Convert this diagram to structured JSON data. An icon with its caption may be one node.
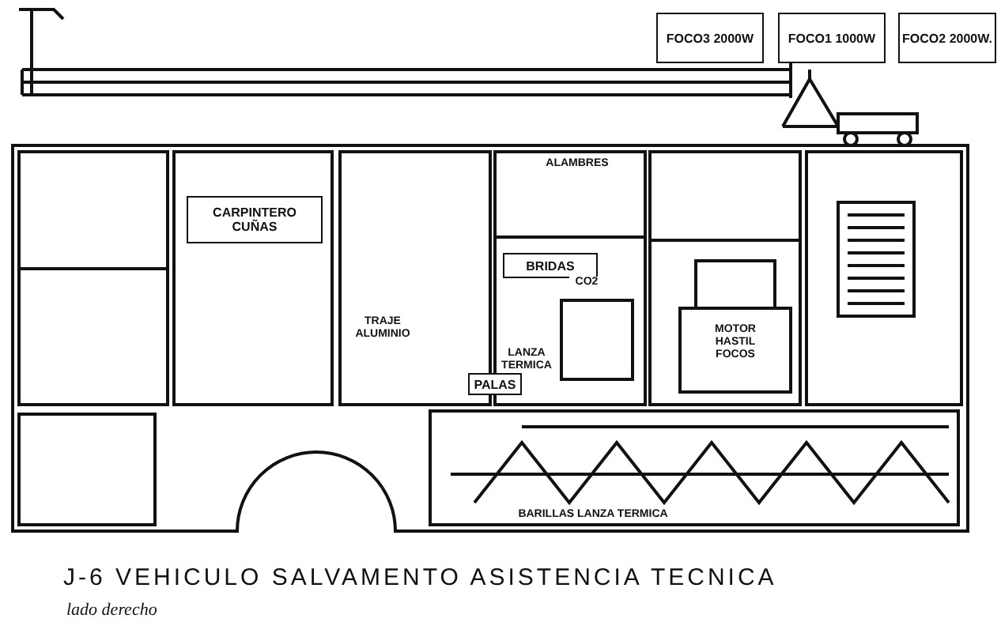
{
  "diagram": {
    "title": "J-6 VEHICULO SALVAMENTO ASISTENCIA TECNICA",
    "caption": "lado derecho",
    "nodes": [
      {
        "text": [
          "FOCO3 2000W"
        ]
      },
      {
        "text": [
          "FOCO1 1000W"
        ]
      },
      {
        "text": [
          "FOCO2 2000W."
        ]
      },
      {
        "text": [
          "CARPINTERO CUÑAS"
        ]
      },
      {
        "text": [
          "BRIDAS"
        ]
      },
      {
        "text": [
          "PALAS"
        ]
      }
    ],
    "edges": [],
    "labels": [
      "ALAMBRES",
      "TRAJE ALUMINIO",
      "CO2",
      "LANZA TERMICA",
      "MOTOR HASTIL FOCOS",
      "BARILLAS LANZA TERMICA"
    ]
  }
}
